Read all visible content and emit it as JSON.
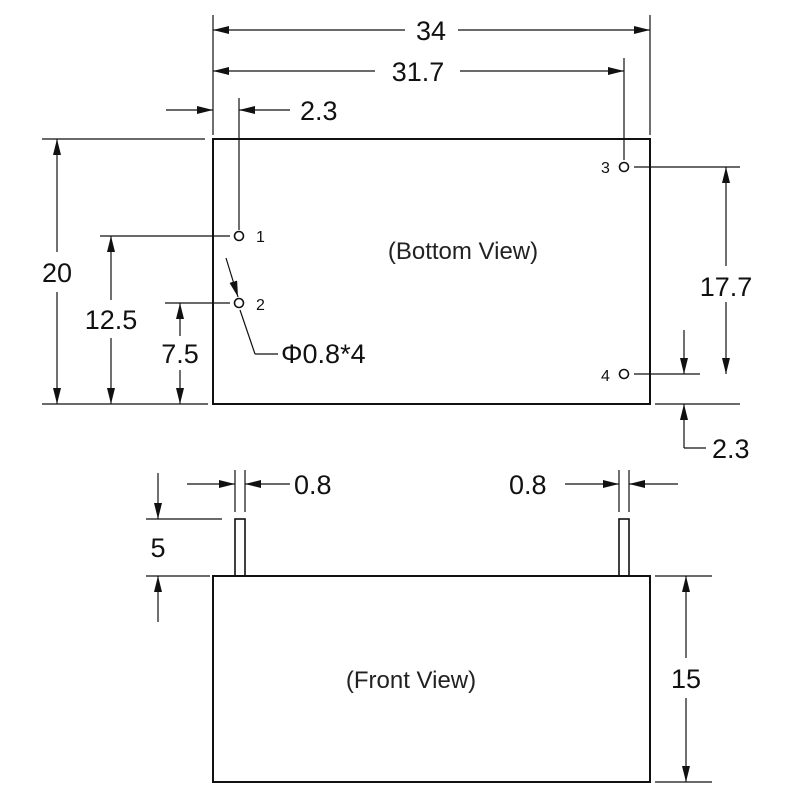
{
  "bottom_view": {
    "label": "(Bottom View)",
    "pins": [
      {
        "id": "pin-1",
        "label": "1"
      },
      {
        "id": "pin-2",
        "label": "2"
      },
      {
        "id": "pin-3",
        "label": "3"
      },
      {
        "id": "pin-4",
        "label": "4"
      }
    ],
    "dimensions": {
      "overall_length": "34",
      "pin_span_length": "31.7",
      "pin_offset_left": "2.3",
      "overall_height": "20",
      "pin1_height": "12.5",
      "pin2_height": "7.5",
      "pin_span_height": "17.7",
      "pin_offset_bottom": "2.3",
      "pin_diameter": "Φ0.8*4"
    }
  },
  "front_view": {
    "label": "(Front View)",
    "dimensions": {
      "pin_width_left": "0.8",
      "pin_width_right": "0.8",
      "pin_length": "5",
      "body_height": "15"
    }
  }
}
